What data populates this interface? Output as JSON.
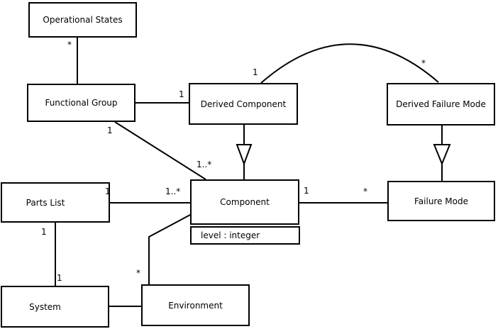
{
  "diagram": {
    "kind": "UML class diagram",
    "colors": {
      "background": "#ffffff",
      "stroke": "#000000",
      "text": "#000000",
      "box_fill": "#ffffff"
    }
  },
  "classes": {
    "operational_states": {
      "name": "Operational States"
    },
    "functional_group": {
      "name": "Functional Group"
    },
    "derived_component": {
      "name": "Derived Component"
    },
    "derived_failure_mode": {
      "name": "Derived Failure Mode"
    },
    "parts_list": {
      "name": "Parts List"
    },
    "component": {
      "name": "Component",
      "attributes": [
        "level : integer"
      ]
    },
    "failure_mode": {
      "name": "Failure Mode"
    },
    "system": {
      "name": "System"
    },
    "environment": {
      "name": "Environment"
    }
  },
  "edges": {
    "os_fg": {
      "from": "Operational States",
      "to": "Functional Group",
      "type": "association",
      "m_from": "*"
    },
    "fg_dc": {
      "from": "Functional Group",
      "to": "Derived Component",
      "type": "association",
      "m_to": "1"
    },
    "dc_dfm": {
      "from": "Derived Component",
      "to": "Derived Failure Mode",
      "type": "association-arc",
      "m_from": "1",
      "m_to": "*"
    },
    "fg_comp": {
      "from": "Functional Group",
      "to": "Component",
      "type": "association",
      "m_from": "1",
      "m_to": "1..*"
    },
    "dc_comp": {
      "from": "Derived Component",
      "to": "Component",
      "type": "generalization"
    },
    "dfm_fm": {
      "from": "Derived Failure Mode",
      "to": "Failure Mode",
      "type": "generalization"
    },
    "pl_comp": {
      "from": "Parts List",
      "to": "Component",
      "type": "association",
      "m_from": "1",
      "m_to": "1..*"
    },
    "comp_fm": {
      "from": "Component",
      "to": "Failure Mode",
      "type": "association",
      "m_from": "1",
      "m_to": "*"
    },
    "pl_sys": {
      "from": "Parts List",
      "to": "System",
      "type": "association",
      "m_from": "1",
      "m_to": "1"
    },
    "env_comp": {
      "from": "Environment",
      "to": "Component",
      "type": "association",
      "m_from": "*"
    },
    "sys_env": {
      "from": "System",
      "to": "Environment",
      "type": "association"
    }
  }
}
